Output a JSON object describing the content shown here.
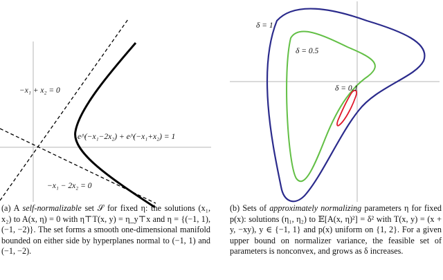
{
  "panel_a": {
    "labels": {
      "upper_line": "−x₁ + x₂ = 0",
      "curve": "e^(−x₁−2x₂) + e^(−x₁+x₂) = 1",
      "lower_line": "−x₁ − 2x₂ = 0"
    },
    "caption": {
      "prefix": "(a) A ",
      "emph": "self-normalizable",
      "rest": " set 𝒮 for fixed η: the solutions (x₁, x₂) to A(x, η) = 0 with η⊤T(x, y) = η_y⊤x and η = {(−1, 1), (−1, −2)}. The set forms a smooth one-dimensional manifold bounded on either side by hyperplanes normal to (−1, 1) and (−1, −2)."
    }
  },
  "panel_b": {
    "labels": {
      "delta_1": "δ = 1",
      "delta_05": "δ = 0.5",
      "delta_01": "δ = 0.1"
    },
    "caption": {
      "prefix": "(b) Sets of ",
      "emph": "approximately normalizing",
      "rest": " parameters η for fixed p(x): solutions (η₁, η₂) to 𝔼[A(x, η)²] = δ² with T(x, y) = (x + y, −xy), y ∈ {−1, 1} and p(x) uniform on {1, 2}. For a given upper bound on normalizer variance, the feasible set of parameters is nonconvex, and grows as δ increases."
    }
  },
  "colors": {
    "delta_1": "#2b2b8c",
    "delta_05": "#62bf45",
    "delta_01": "#e0182a",
    "axis": "#b5b5b5",
    "curve": "#000000"
  }
}
